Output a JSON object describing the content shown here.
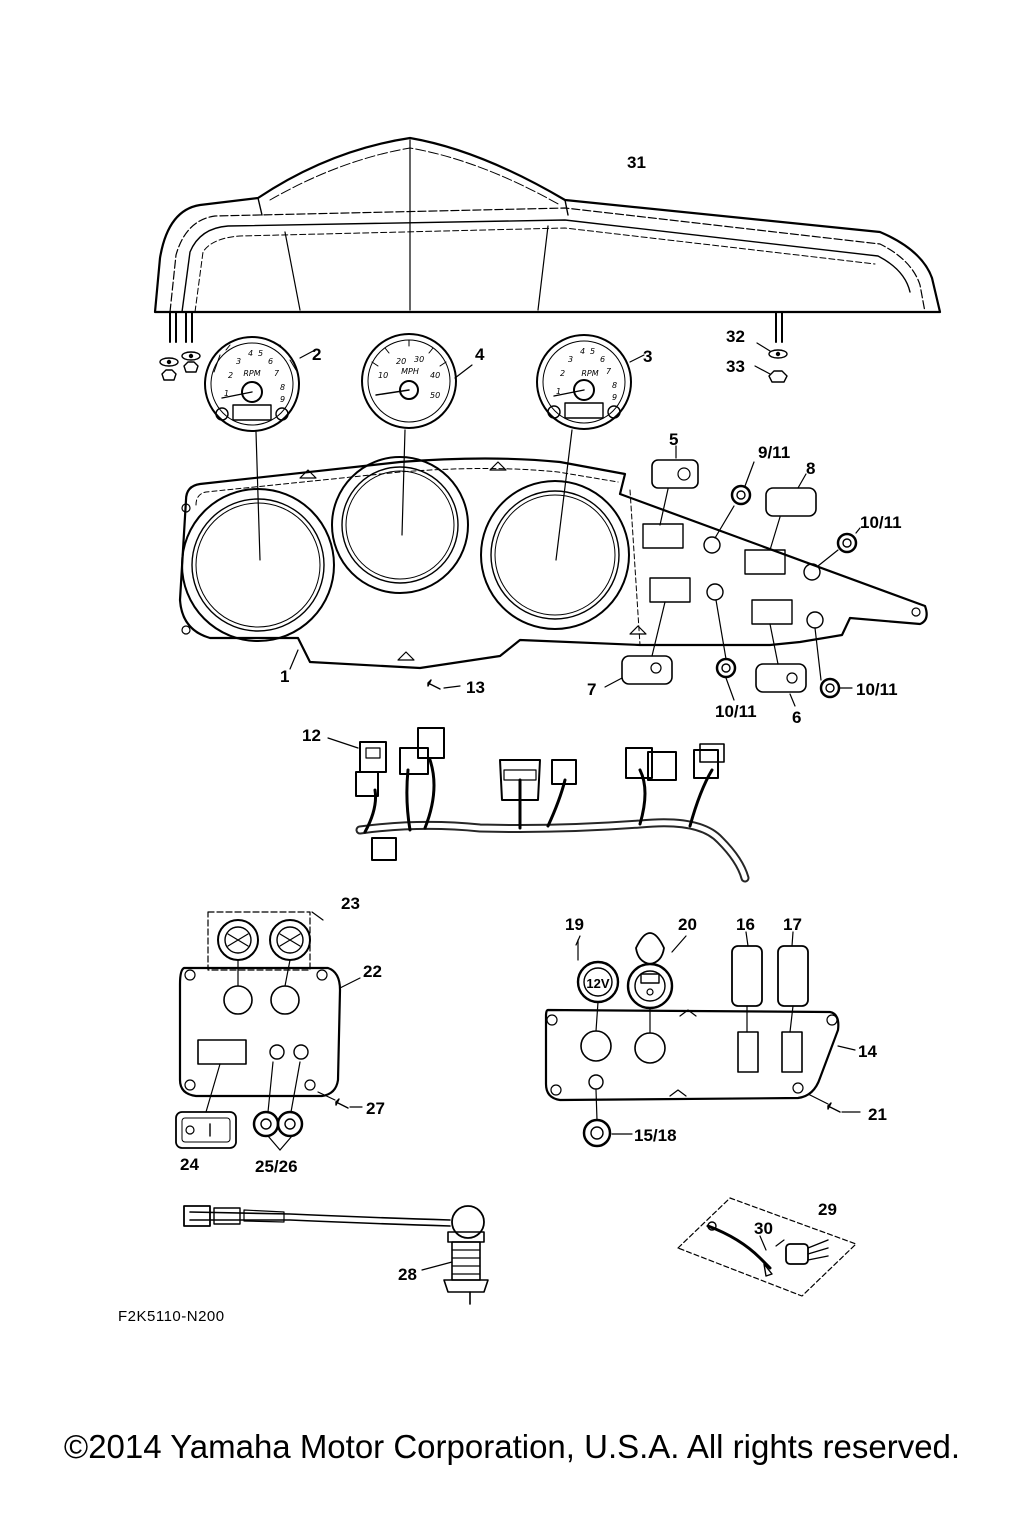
{
  "diagram": {
    "callouts": {
      "p1": "1",
      "p2": "2",
      "p3": "3",
      "p4": "4",
      "p5": "5",
      "p6": "6",
      "p7": "7",
      "p8": "8",
      "p9_11": "9/11",
      "p10_11_a": "10/11",
      "p10_11_b": "10/11",
      "p10_11_c": "10/11",
      "p12": "12",
      "p13": "13",
      "p14": "14",
      "p15_18": "15/18",
      "p16": "16",
      "p17": "17",
      "p19": "19",
      "p20": "20",
      "p21": "21",
      "p22": "22",
      "p23": "23",
      "p24": "24",
      "p25_26": "25/26",
      "p27": "27",
      "p28": "28",
      "p29": "29",
      "p30": "30",
      "p31": "31",
      "p32": "32",
      "p33": "33"
    },
    "gauges": {
      "tach_label": "RPM",
      "tach_ticks": [
        "1",
        "2",
        "3",
        "4",
        "5",
        "6",
        "7",
        "8",
        "9"
      ],
      "speedo_label": "MPH",
      "speedo_ticks": [
        "10",
        "20",
        "30",
        "40",
        "50"
      ]
    },
    "sockets": {
      "twelve_volt": "12V"
    },
    "drawing_code": "F2K5110-N200",
    "copyright": "©2014 Yamaha Motor Corporation, U.S.A. All rights reserved."
  }
}
